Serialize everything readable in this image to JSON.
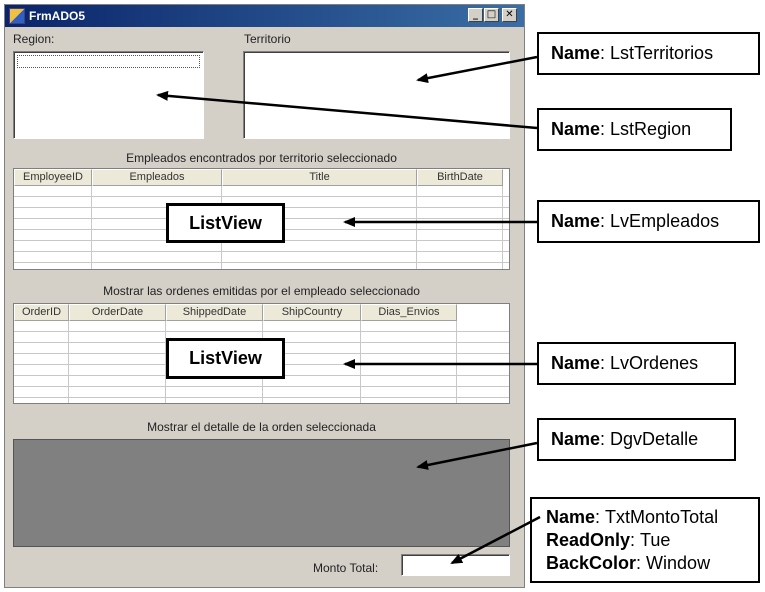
{
  "window": {
    "title": "FrmADO5",
    "buttons": {
      "minimize": "_",
      "maximize": "□",
      "close": "✕"
    }
  },
  "labels": {
    "region": "Region:",
    "territorio": "Territorio",
    "empleados_caption": "Empleados encontrados por territorio seleccionado",
    "ordenes_caption": "Mostrar las ordenes emitidas por el empleado seleccionado",
    "detalle_caption": "Mostrar el detalle de la orden seleccionada",
    "monto_total": "Monto Total:"
  },
  "lv_empleados": {
    "columns": [
      "EmployeeID",
      "Empleados",
      "Title",
      "BirthDate"
    ],
    "overlay": "ListView"
  },
  "lv_ordenes": {
    "columns": [
      "OrderID",
      "OrderDate",
      "ShippedDate",
      "ShipCountry",
      "Dias_Envios"
    ],
    "overlay": "ListView"
  },
  "callouts": {
    "lst_territorios": {
      "key": "Name",
      "value": "LstTerritorios"
    },
    "lst_region": {
      "key": "Name",
      "value": "LstRegion"
    },
    "lv_empleados": {
      "key": "Name",
      "value": "LvEmpleados"
    },
    "lv_ordenes": {
      "key": "Name",
      "value": "LvOrdenes"
    },
    "dgv_detalle": {
      "key": "Name",
      "value": "DgvDetalle"
    },
    "txt_monto": {
      "name_key": "Name",
      "name_value": "TxtMontoTotal",
      "readonly_key": "ReadOnly",
      "readonly_value": "Tue",
      "backcolor_key": "BackColor",
      "backcolor_value": "Window"
    }
  },
  "colors": {
    "form_background": "#d4d0c8",
    "titlebar": "#0a246a",
    "datagrid_background": "#808080"
  }
}
